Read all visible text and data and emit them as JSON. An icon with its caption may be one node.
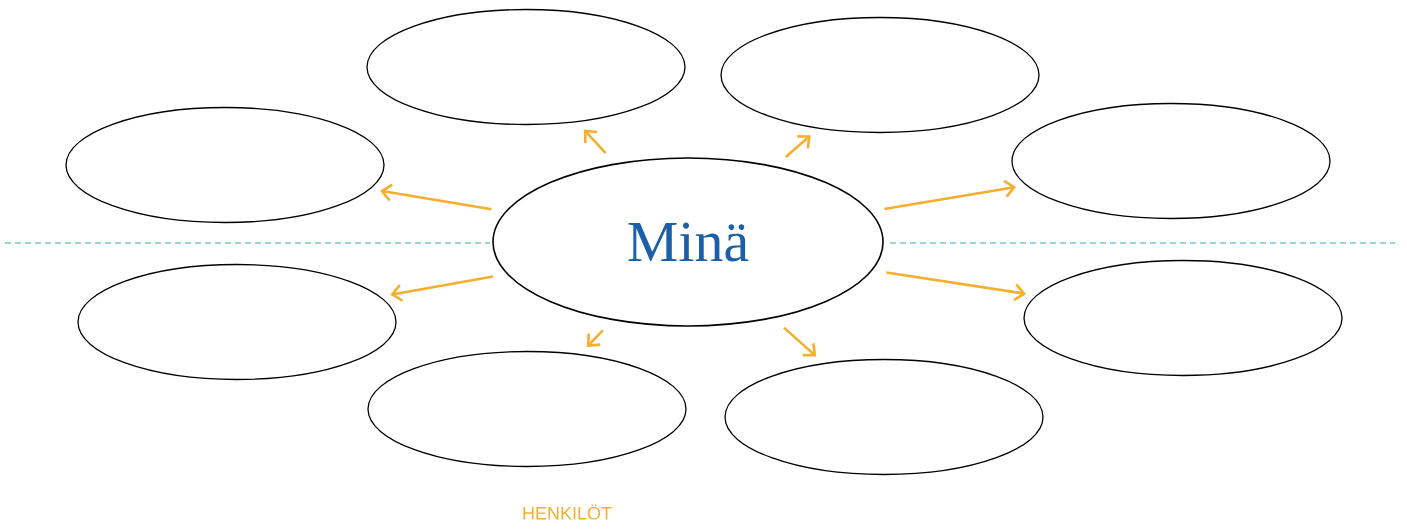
{
  "diagram": {
    "nodes": [
      {
        "text": [
          "Minä"
        ]
      },
      {
        "text": [],
        "shape": "ellipse"
      },
      {
        "text": [],
        "shape": "ellipse"
      },
      {
        "text": [],
        "shape": "ellipse"
      },
      {
        "text": [],
        "shape": "ellipse"
      },
      {
        "text": [],
        "shape": "ellipse"
      },
      {
        "text": [],
        "shape": "ellipse"
      },
      {
        "text": [],
        "shape": "ellipse"
      },
      {
        "text": [],
        "shape": "ellipse"
      }
    ],
    "edges": [
      {
        "from": 0,
        "to": 1,
        "arrow": "to"
      },
      {
        "from": 0,
        "to": 2,
        "arrow": "to"
      },
      {
        "from": 0,
        "to": 3,
        "arrow": "to"
      },
      {
        "from": 0,
        "to": 4,
        "arrow": "to"
      },
      {
        "from": 0,
        "to": 5,
        "arrow": "to"
      },
      {
        "from": 0,
        "to": 6,
        "arrow": "to"
      },
      {
        "from": 0,
        "to": 7,
        "arrow": "to"
      },
      {
        "from": 0,
        "to": 8,
        "arrow": "to"
      }
    ],
    "labels": [
      "HENKILÖT"
    ]
  }
}
